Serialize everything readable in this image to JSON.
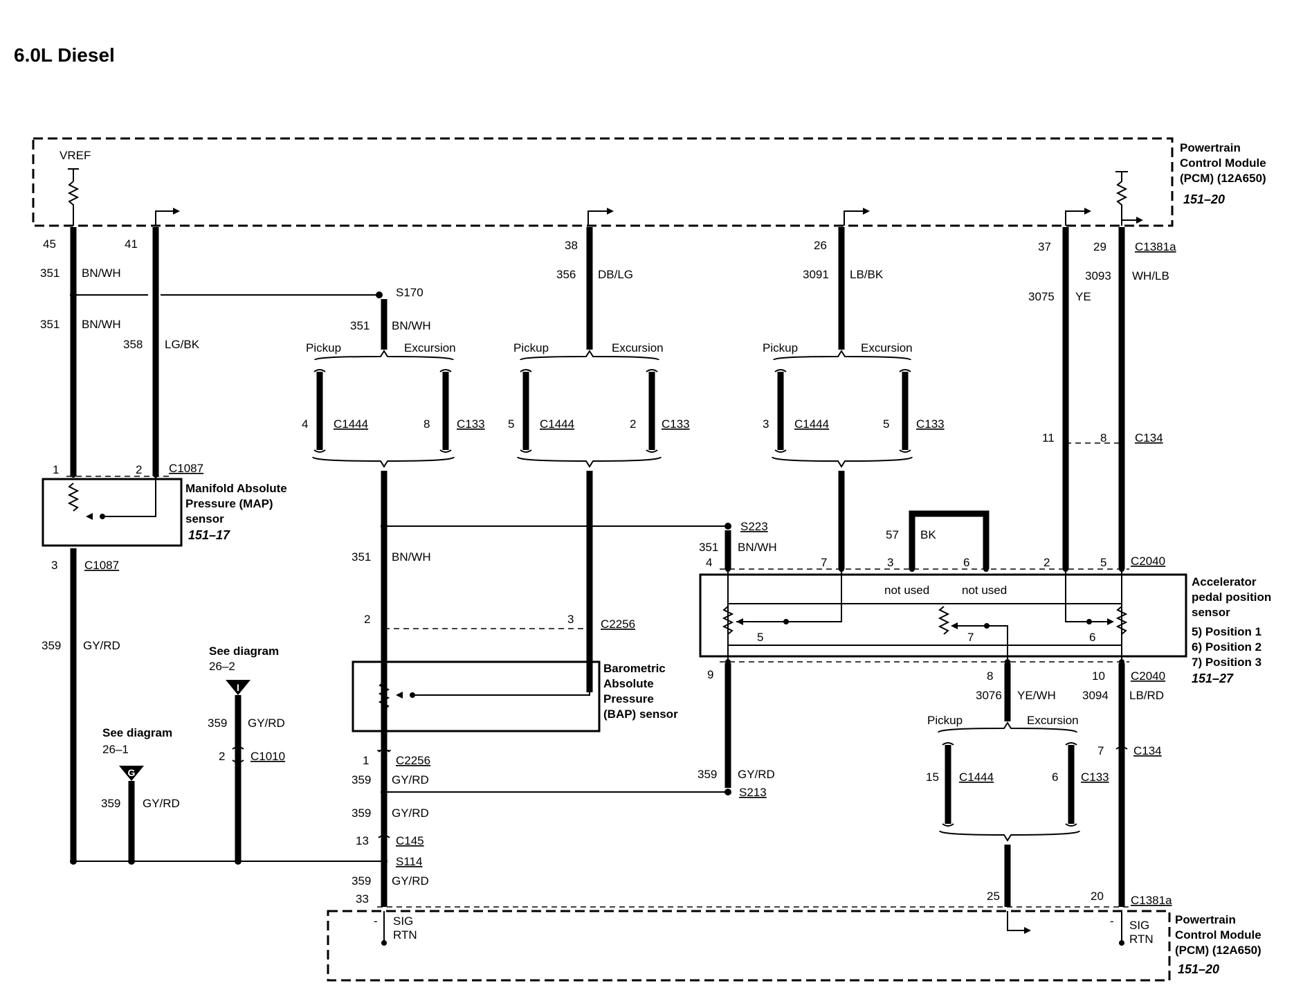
{
  "title": "6.0L Diesel",
  "pcm_top": {
    "name": [
      "Powertrain",
      "Control Module",
      "(PCM) (12A650)"
    ],
    "ref": "151–20",
    "vref": "VREF",
    "connector": "C1381a"
  },
  "pcm_bottom": {
    "name": [
      "Powertrain",
      "Control Module",
      "(PCM) (12A650)"
    ],
    "ref": "151–20",
    "connector": "C1381a",
    "sig_rtn_left": [
      "SIG",
      "RTN"
    ],
    "sig_rtn_right": [
      "SIG",
      "RTN"
    ],
    "dash_left": "-",
    "dash_right": "-"
  },
  "map_sensor": {
    "name": [
      "Manifold Absolute",
      "Pressure (MAP)",
      "sensor"
    ],
    "ref": "151–17",
    "connector": "C1087"
  },
  "bap_sensor": {
    "name": [
      "Barometric",
      "Absolute",
      "Pressure",
      "(BAP) sensor"
    ]
  },
  "app_sensor": {
    "name": [
      "Accelerator",
      "pedal position",
      "sensor"
    ],
    "positions": [
      "5) Position 1",
      "6) Position 2",
      "7) Position 3"
    ],
    "ref": "151–27",
    "connector": "C2040",
    "not_used": "not used"
  },
  "pins": {
    "p45": "45",
    "p41": "41",
    "p38": "38",
    "p26": "26",
    "p37": "37",
    "p29": "29",
    "map1": "1",
    "map2": "2",
    "map3": "3",
    "pk1_left": "4",
    "pk1_right": "8",
    "pk2_left": "5",
    "pk2_right": "2",
    "pk3_left": "3",
    "pk3_right": "5",
    "c134_11": "11",
    "c134_8": "8",
    "app4": "4",
    "app7": "7",
    "app3": "3",
    "app6": "6",
    "app2": "2",
    "app5": "5",
    "app_int5": "5",
    "app_int7": "7",
    "app_int6": "6",
    "app9": "9",
    "app8": "8",
    "app10": "10",
    "c2256_2": "2",
    "c2256_3": "3",
    "c2256_1": "1",
    "c1010_2": "2",
    "c145_13": "13",
    "pcm33": "33",
    "c134_7": "7",
    "pk4_left": "15",
    "pk4_right": "6",
    "pcm25": "25",
    "pcm20": "20"
  },
  "wires": {
    "w351": "351",
    "bnwh": "BN/WH",
    "w358": "358",
    "lgbk": "LG/BK",
    "w356": "356",
    "dblg": "DB/LG",
    "w3091": "3091",
    "lbbk": "LB/BK",
    "w3075": "3075",
    "ye": "YE",
    "w3093": "3093",
    "whlb": "WH/LB",
    "w359": "359",
    "gyrd": "GY/RD",
    "w57": "57",
    "bk": "BK",
    "w3076": "3076",
    "yewh": "YE/WH",
    "w3094": "3094",
    "lbrd": "LB/RD"
  },
  "splices": {
    "s170": "S170",
    "s223": "S223",
    "s213": "S213",
    "s114": "S114"
  },
  "connectors": {
    "c1444": "C1444",
    "c133": "C133",
    "c134": "C134",
    "c2256": "C2256",
    "c1010": "C1010",
    "c145": "C145",
    "c1087": "C1087"
  },
  "pickup": "Pickup",
  "excursion": "Excursion",
  "see_diagram_1": {
    "label": "See diagram",
    "ref": "26–1",
    "glyph": "G"
  },
  "see_diagram_2": {
    "label": "See diagram",
    "ref": "26–2",
    "glyph": "I"
  }
}
